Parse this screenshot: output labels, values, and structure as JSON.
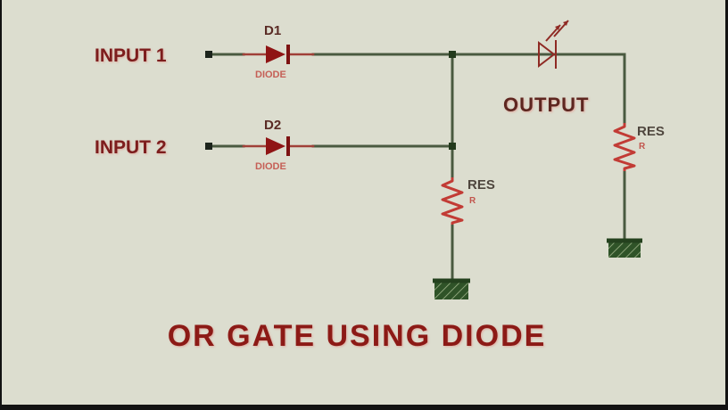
{
  "diagram": {
    "title": "OR GATE USING DIODE",
    "labels": {
      "input1": "INPUT 1",
      "input2": "INPUT 2",
      "output": "OUTPUT",
      "d1": "D1",
      "d2": "D2",
      "diode1_caption": "DIODE",
      "diode2_caption": "DIODE",
      "res_middle": "RES",
      "res_middle_sub": "R",
      "res_right": "RES",
      "res_right_sub": "R"
    },
    "symbols": [
      "diode-icon",
      "diode-icon",
      "led-icon",
      "resistor-icon",
      "resistor-icon",
      "ground-icon",
      "ground-icon"
    ],
    "colors": {
      "background": "#dcddcf",
      "wire_green": "#4a5a40",
      "diode_red": "#8f1414",
      "resistor_red": "#c23b35",
      "led_outline_red": "#8f2a24",
      "label_dark_red": "#7d1d1d",
      "title_red": "#8c1a16",
      "output_maroon": "#5e2620",
      "caption_red": "#c24a42",
      "res_text_gray": "#4f463e",
      "ground_green": "#2f5328",
      "edge_black": "#121212"
    }
  }
}
